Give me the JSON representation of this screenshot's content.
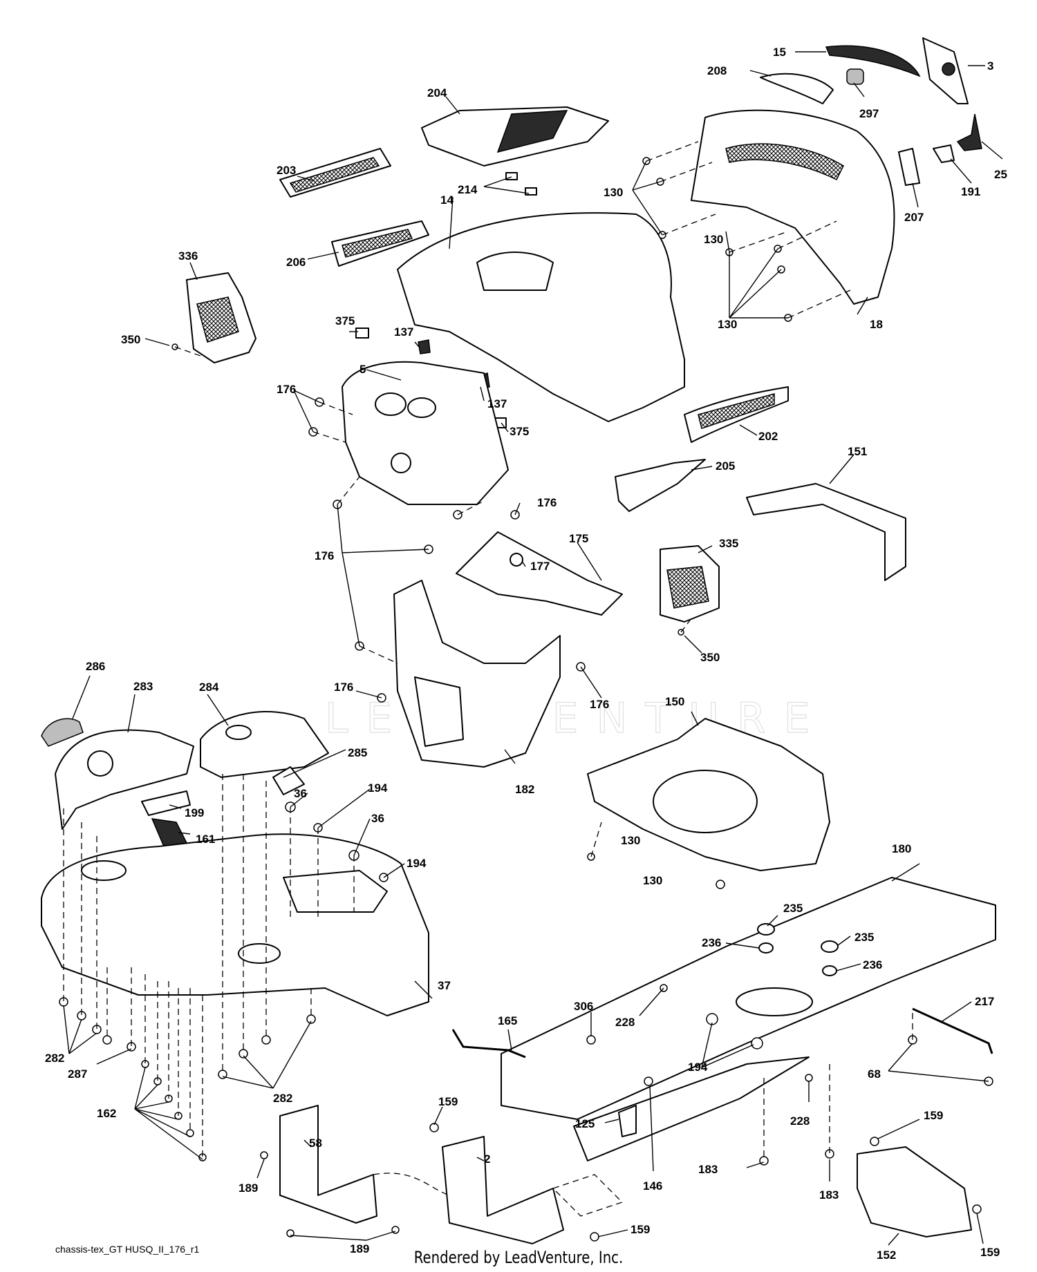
{
  "diagram": {
    "drawing_code": "chassis-tex_GT HUSQ_II_176_r1",
    "credit": "Rendered by LeadVenture, Inc.",
    "watermark": "LEADVENTURE",
    "callouts": [
      {
        "id": "15",
        "label": "15"
      },
      {
        "id": "3",
        "label": "3"
      },
      {
        "id": "208",
        "label": "208"
      },
      {
        "id": "297",
        "label": "297"
      },
      {
        "id": "204",
        "label": "204"
      },
      {
        "id": "25",
        "label": "25"
      },
      {
        "id": "203",
        "label": "203"
      },
      {
        "id": "130",
        "label": "130"
      },
      {
        "id": "191",
        "label": "191"
      },
      {
        "id": "214",
        "label": "214"
      },
      {
        "id": "207",
        "label": "207"
      },
      {
        "id": "14",
        "label": "14"
      },
      {
        "id": "336",
        "label": "336"
      },
      {
        "id": "206",
        "label": "206"
      },
      {
        "id": "18",
        "label": "18"
      },
      {
        "id": "375",
        "label": "375"
      },
      {
        "id": "137",
        "label": "137"
      },
      {
        "id": "350",
        "label": "350"
      },
      {
        "id": "5",
        "label": "5"
      },
      {
        "id": "176",
        "label": "176"
      },
      {
        "id": "202",
        "label": "202"
      },
      {
        "id": "205",
        "label": "205"
      },
      {
        "id": "151",
        "label": "151"
      },
      {
        "id": "175",
        "label": "175"
      },
      {
        "id": "177",
        "label": "177"
      },
      {
        "id": "335",
        "label": "335"
      },
      {
        "id": "286",
        "label": "286"
      },
      {
        "id": "283",
        "label": "283"
      },
      {
        "id": "284",
        "label": "284"
      },
      {
        "id": "150",
        "label": "150"
      },
      {
        "id": "285",
        "label": "285"
      },
      {
        "id": "182",
        "label": "182"
      },
      {
        "id": "194",
        "label": "194"
      },
      {
        "id": "36",
        "label": "36"
      },
      {
        "id": "199",
        "label": "199"
      },
      {
        "id": "161",
        "label": "161"
      },
      {
        "id": "180",
        "label": "180"
      },
      {
        "id": "235",
        "label": "235"
      },
      {
        "id": "236",
        "label": "236"
      },
      {
        "id": "37",
        "label": "37"
      },
      {
        "id": "217",
        "label": "217"
      },
      {
        "id": "165",
        "label": "165"
      },
      {
        "id": "306",
        "label": "306"
      },
      {
        "id": "228",
        "label": "228"
      },
      {
        "id": "282",
        "label": "282"
      },
      {
        "id": "287",
        "label": "287"
      },
      {
        "id": "68",
        "label": "68"
      },
      {
        "id": "162",
        "label": "162"
      },
      {
        "id": "159",
        "label": "159"
      },
      {
        "id": "125",
        "label": "125"
      },
      {
        "id": "58",
        "label": "58"
      },
      {
        "id": "2",
        "label": "2"
      },
      {
        "id": "183",
        "label": "183"
      },
      {
        "id": "189",
        "label": "189"
      },
      {
        "id": "146",
        "label": "146"
      },
      {
        "id": "152",
        "label": "152"
      }
    ]
  }
}
